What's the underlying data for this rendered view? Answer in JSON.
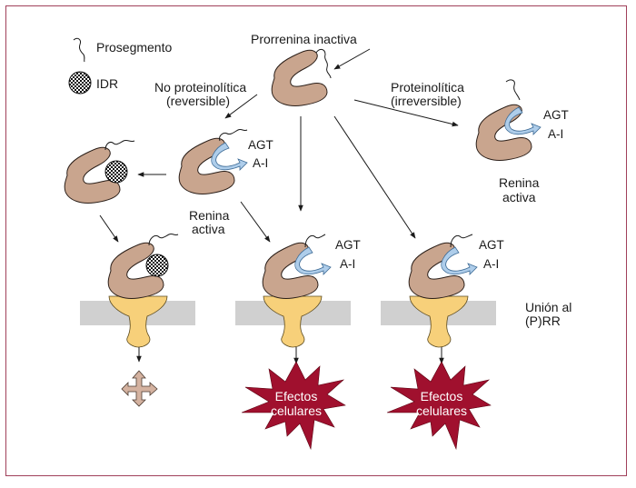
{
  "colors": {
    "frame": "#a0405a",
    "renin": "#c9a58e",
    "receptor": "#f7d07a",
    "membrane": "#d0d0d0",
    "substrate_arrow": "#aecdea",
    "burst": "#a0102e",
    "ink": "#1a1a1a",
    "cross": "#d4b2a0"
  },
  "legend": {
    "prosegment_label": "Prosegmento",
    "idr_label": "IDR"
  },
  "labels": {
    "inactive_prorenin": "Prorrenina inactiva",
    "non_proteolytic_line1": "No proteinolítica",
    "non_proteolytic_line2": "(reversible)",
    "proteolytic_line1": "Proteinolítica",
    "proteolytic_line2": "(irreversible)",
    "active_renin_line1": "Renina",
    "active_renin_line2": "activa",
    "agt": "AGT",
    "ai": "A-I",
    "receptor_binding_line1": "Unión al",
    "receptor_binding_line2": "(P)RR",
    "cell_effects_line1": "Efectos",
    "cell_effects_line2": "celulares"
  },
  "nodes": [
    {
      "id": "prorenin-inactive",
      "state": "inactive prorenin with prosegment"
    },
    {
      "id": "renin-nonproteolytic",
      "state": "active, prosegment unfolded",
      "reaction": "AGT → A-I"
    },
    {
      "id": "renin-proteolytic",
      "state": "active, prosegment cleaved",
      "reaction": "AGT → A-I"
    },
    {
      "id": "renin-idr-blocked",
      "state": "bound by IDR"
    },
    {
      "id": "receptor-idr",
      "outcome": "blocked (cross symbol)"
    },
    {
      "id": "receptor-nonproteolytic",
      "outcome": "Efectos celulares"
    },
    {
      "id": "receptor-prorenin",
      "outcome": "Efectos celulares"
    }
  ]
}
